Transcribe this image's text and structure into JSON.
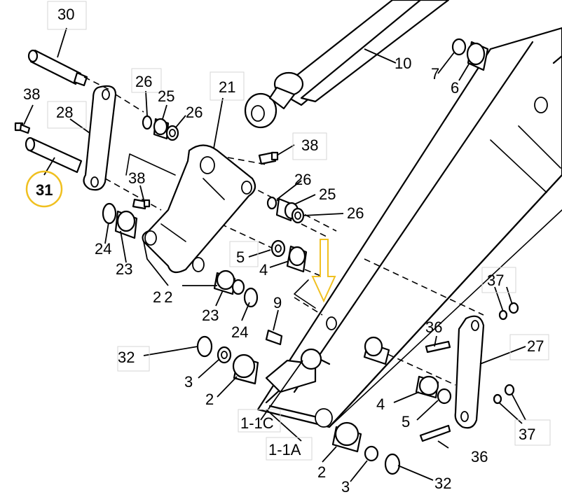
{
  "diagram": {
    "labels": {
      "l30": "30",
      "l38a": "38",
      "l28": "28",
      "l31": "31",
      "l26a": "26",
      "l25a": "25",
      "l26b": "26",
      "l21": "21",
      "l10": "10",
      "l7": "7",
      "l6": "6",
      "l38b": "38",
      "l38c": "38",
      "l26c": "26",
      "l25b": "25",
      "l26d": "26",
      "l24a": "24",
      "l23a": "23",
      "l5a": "5",
      "l4a": "4",
      "l22": "22",
      "l23b": "23",
      "l24b": "24",
      "l9": "9",
      "l37a": "37",
      "l36a": "36",
      "l27": "27",
      "l32a": "32",
      "l3a": "3",
      "l2a": "2",
      "l4b": "4",
      "l5b": "5",
      "l37b": "37",
      "l1c": "1-1C",
      "l1a": "1-1A",
      "l36b": "36",
      "l2b": "2",
      "l3b": "3",
      "l32b": "32"
    },
    "highlight_color": "#f0c020",
    "arrow_color": "#f0c020"
  }
}
